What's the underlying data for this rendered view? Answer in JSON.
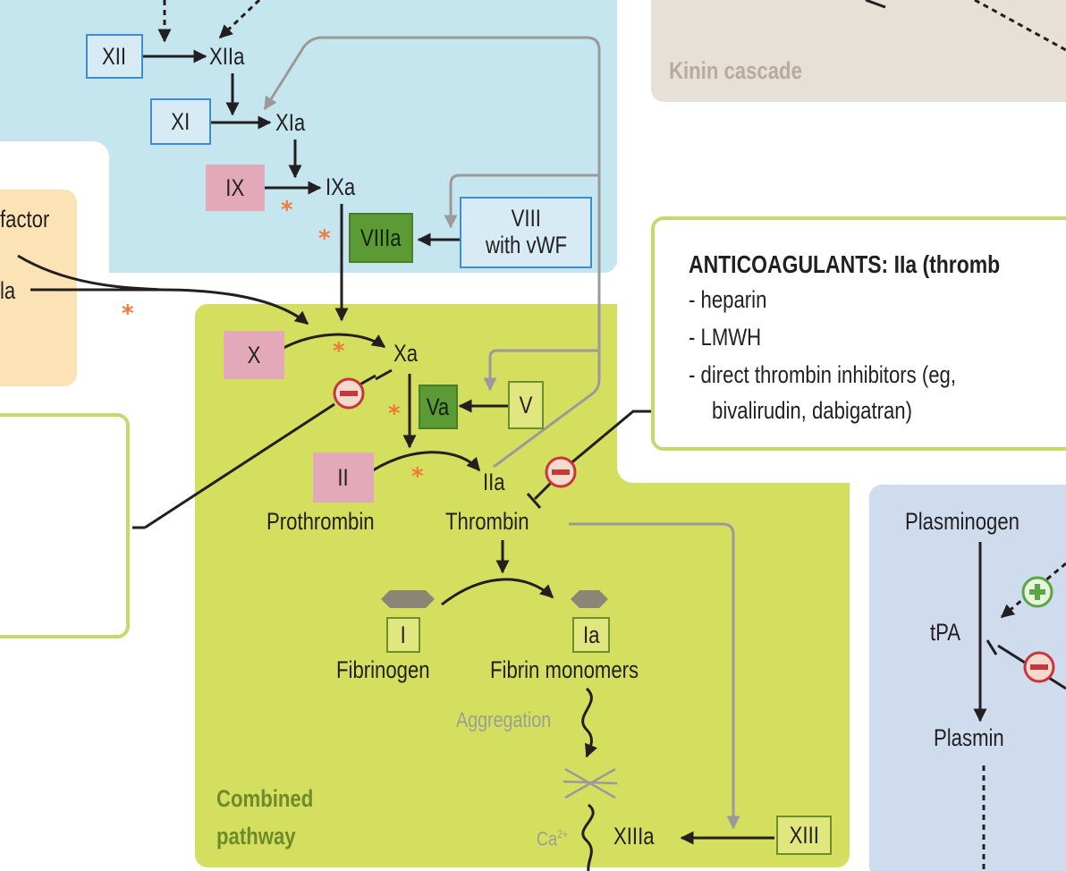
{
  "colors": {
    "intrinsic_bg": "#c5e6ee",
    "kinin_bg": "#e6e0d7",
    "extrinsic_bg": "#fbe3b5",
    "combined_bg": "#d4df5f",
    "fibrinolytic_bg": "#cfdcee",
    "note_border": "#c6d96d",
    "cofactor_dark_green": "#5c9a36",
    "zymogen_pink": "#e4a9b8",
    "blue_outline": "#3d8ed0",
    "asterisk_orange": "#f07a3a",
    "inhibit_red": "#c9363a",
    "activate_green": "#5aa544",
    "grey_arrow": "#9a9a9a"
  },
  "regions": {
    "kinin_label": "Kinin cascade",
    "combined_label_line1": "Combined",
    "combined_label_line2": "pathway"
  },
  "intrinsic": {
    "xii": "XII",
    "xiia": "XIIa",
    "xi": "XI",
    "xia": "XIa",
    "ix": "IX",
    "ixa": "IXa",
    "viiia": "VIIIa",
    "viii_line1": "VIII",
    "viii_line2": "with vWF"
  },
  "extrinsic": {
    "factor_text": "factor",
    "viia_text": "la"
  },
  "combined": {
    "x": "X",
    "xa": "Xa",
    "va": "Va",
    "v": "V",
    "ii": "II",
    "iia": "IIa",
    "prothrombin": "Prothrombin",
    "thrombin": "Thrombin",
    "i": "I",
    "ia": "Ia",
    "fibrinogen": "Fibrinogen",
    "fibrin_monomers": "Fibrin monomers",
    "aggregation": "Aggregation",
    "ca": "Ca",
    "ca_sup": "2+",
    "xiiia": "XIIIa",
    "xiii": "XIII"
  },
  "anticoagulant_note": {
    "title": "ANTICOAGULANTS: IIa (thromb",
    "items": [
      "- heparin",
      "- LMWH",
      "- direct thrombin inhibitors (eg,"
    ],
    "continuation": "bivalirudin, dabigatran)"
  },
  "fibrinolysis": {
    "plasminogen": "Plasminogen",
    "tpa": "tPA",
    "plasmin": "Plasmin"
  },
  "symbols": {
    "asterisk": "*",
    "minus": "−",
    "plus": "+"
  }
}
